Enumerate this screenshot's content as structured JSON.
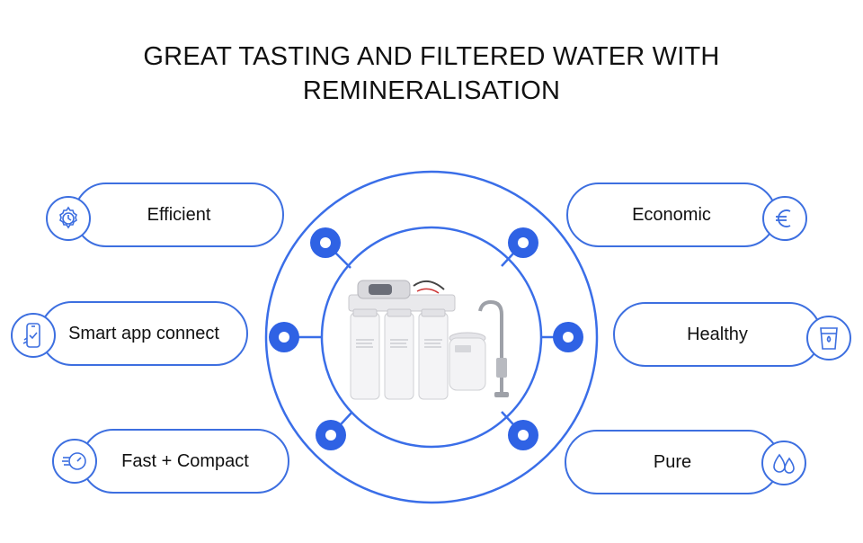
{
  "title": {
    "line1": "GREAT TASTING AND FILTERED WATER WITH",
    "line2": "REMINERALISATION"
  },
  "colors": {
    "accent": "#3d6fe0",
    "ring": "#3a6ee8"
  },
  "features": {
    "left": [
      {
        "label": "Efficient",
        "icon": "gear-clock-icon"
      },
      {
        "label": "Smart app connect",
        "icon": "smartphone-check-icon"
      },
      {
        "label": "Fast + Compact",
        "icon": "speedometer-icon"
      }
    ],
    "right": [
      {
        "label": "Economic",
        "icon": "euro-icon"
      },
      {
        "label": "Healthy",
        "icon": "water-glass-icon"
      },
      {
        "label": "Pure",
        "icon": "water-drops-icon"
      }
    ]
  },
  "product": {
    "icon": "water-filter-system-illustration"
  }
}
